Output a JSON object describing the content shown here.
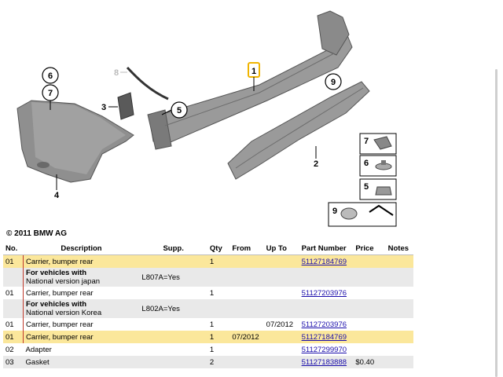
{
  "diagram": {
    "callouts": [
      "6",
      "7",
      "8",
      "3",
      "5",
      "1",
      "9",
      "2",
      "4"
    ],
    "legend_callouts": [
      "7",
      "6",
      "5",
      "9"
    ],
    "image_id": "289884"
  },
  "copyright": "© 2011 BMW AG",
  "table": {
    "headers": {
      "no": "No.",
      "description": "Description",
      "supp": "Supp.",
      "qty": "Qty",
      "from": "From",
      "up_to": "Up To",
      "part_number": "Part Number",
      "price": "Price",
      "notes": "Notes"
    },
    "rows": [
      {
        "no": "01",
        "description": "Carrier, bumper rear",
        "supp": "",
        "qty": "1",
        "from": "",
        "up_to": "",
        "part_number": "51127184769",
        "price": "",
        "notes": ""
      },
      {
        "note_title": "For vehicles with",
        "note_text": "National version japan",
        "supp": "L807A=Yes"
      },
      {
        "no": "01",
        "description": "Carrier, bumper rear",
        "supp": "",
        "qty": "1",
        "from": "",
        "up_to": "",
        "part_number": "51127203976",
        "price": "",
        "notes": ""
      },
      {
        "note_title": "For vehicles with",
        "note_text": "National version Korea",
        "supp": "L802A=Yes"
      },
      {
        "no": "01",
        "description": "Carrier, bumper rear",
        "supp": "",
        "qty": "1",
        "from": "",
        "up_to": "07/2012",
        "part_number": "51127203976",
        "price": "",
        "notes": ""
      },
      {
        "no": "01",
        "description": "Carrier, bumper rear",
        "supp": "",
        "qty": "1",
        "from": "07/2012",
        "up_to": "",
        "part_number": "51127184769",
        "price": "",
        "notes": ""
      },
      {
        "no": "02",
        "description": "Adapter",
        "supp": "",
        "qty": "1",
        "from": "",
        "up_to": "",
        "part_number": "51127299970",
        "price": "",
        "notes": ""
      },
      {
        "no": "03",
        "description": "Gasket",
        "supp": "",
        "qty": "2",
        "from": "",
        "up_to": "",
        "part_number": "51127183888",
        "price": "$0.40",
        "notes": ""
      }
    ]
  }
}
